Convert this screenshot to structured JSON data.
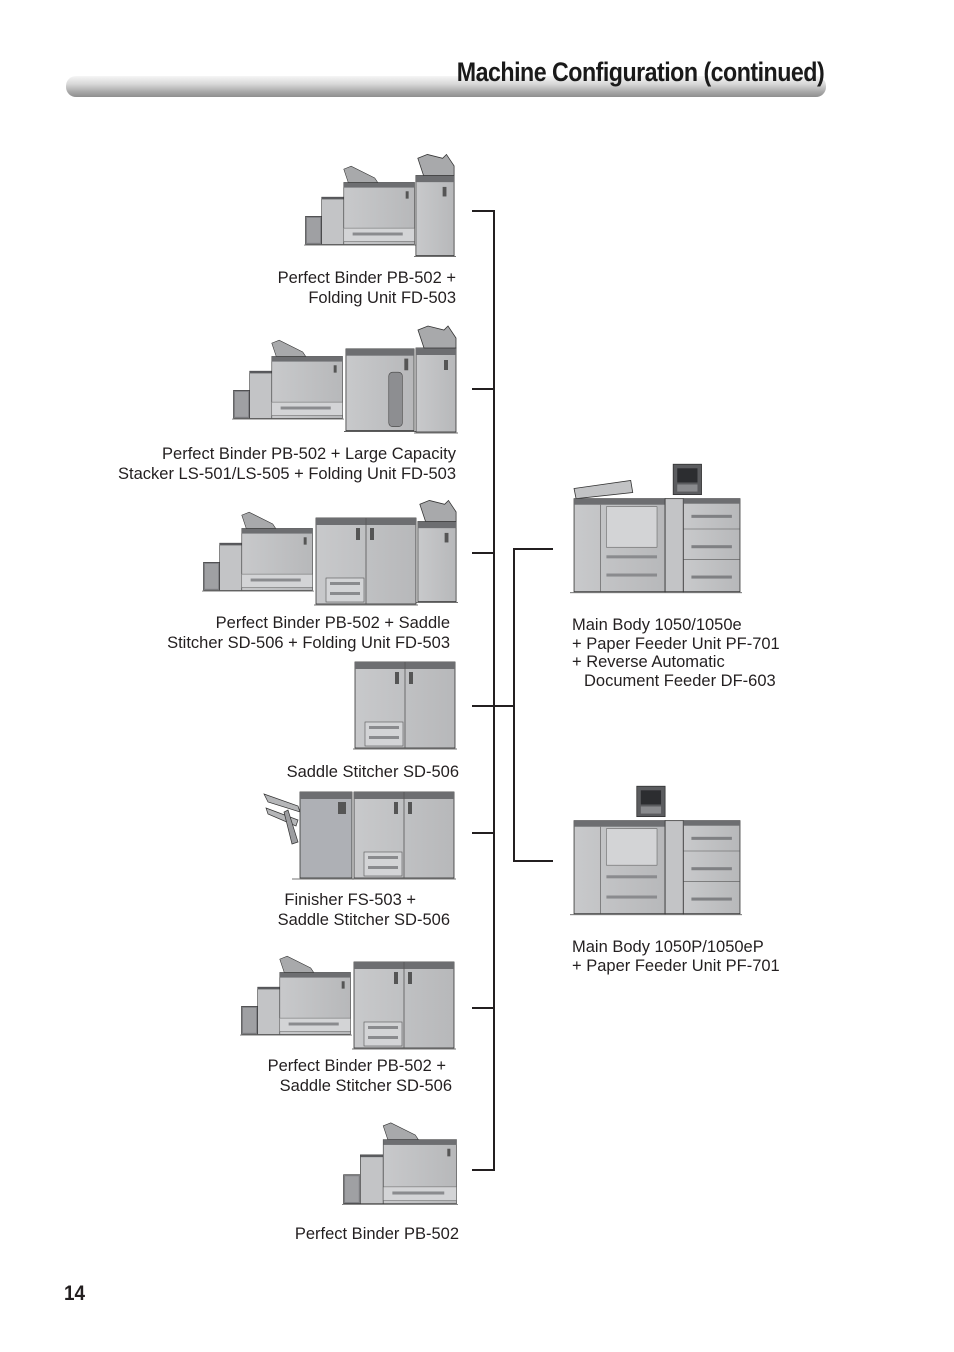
{
  "page": {
    "title": "Machine Configuration (continued)",
    "number": "14"
  },
  "options": [
    {
      "line1": "Perfect Binder PB-502 +",
      "line2": "Folding Unit FD-503"
    },
    {
      "line1": "Perfect Binder PB-502 + Large Capacity",
      "line2": "Stacker LS-501/LS-505 + Folding Unit FD-503"
    },
    {
      "line1": "Perfect Binder PB-502 + Saddle",
      "line2": "Stitcher SD-506 + Folding Unit FD-503"
    },
    {
      "line1": "Saddle Stitcher SD-506"
    },
    {
      "line1": "Finisher FS-503 +",
      "line2": "Saddle Stitcher SD-506"
    },
    {
      "line1": "Perfect Binder PB-502 +",
      "line2": "Saddle Stitcher SD-506"
    },
    {
      "line1": "Perfect Binder PB-502"
    }
  ],
  "main_bodies": [
    {
      "line1": "Main Body 1050/1050e",
      "line2": "+ Paper Feeder Unit PF-701",
      "line3": "+ Reverse Automatic",
      "line4": "Document Feeder DF-603"
    },
    {
      "line1": "Main Body 1050P/1050eP",
      "line2": "+ Paper Feeder Unit PF-701"
    }
  ]
}
